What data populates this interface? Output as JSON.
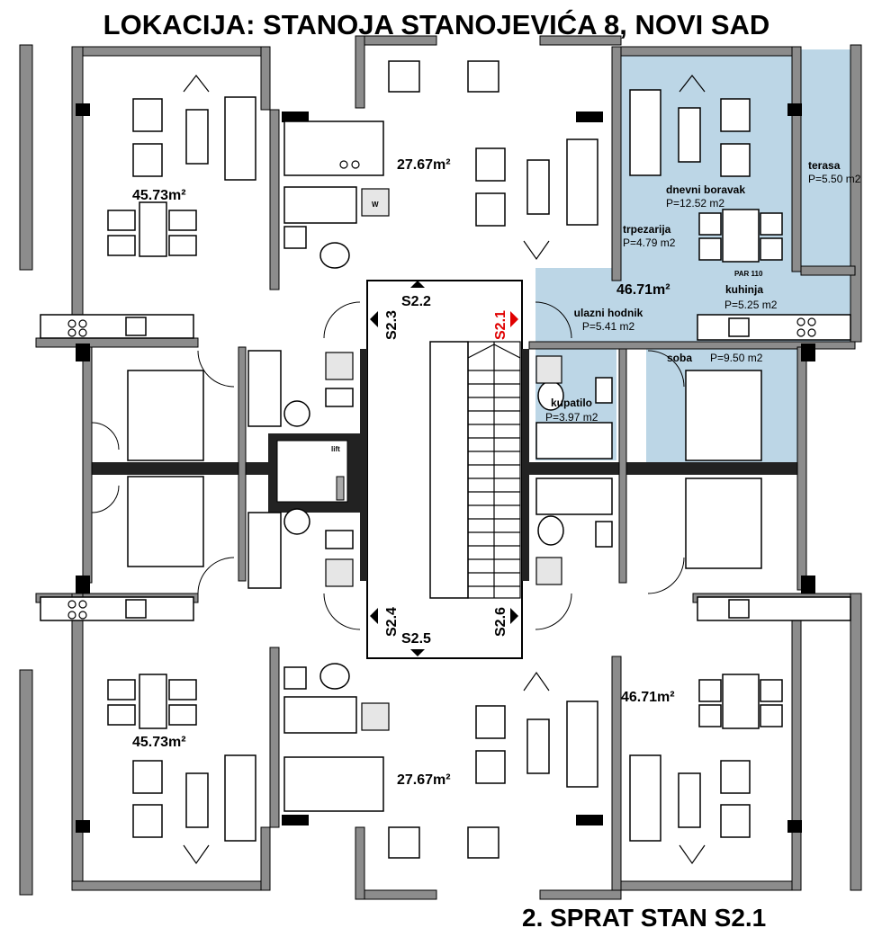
{
  "title": "LOKACIJA: STANOJA STANOJEVIĆA 8, NOVI SAD",
  "footer": "2. SPRAT STAN S2.1",
  "highlight_color": "#bcd6e6",
  "apartments": {
    "top_left_area": "45.73m²",
    "top_mid_area": "27.67m²",
    "top_right_area": "46.71m²",
    "bottom_left_area": "45.73m²",
    "bottom_mid_area": "27.67m²",
    "bottom_right_area": "46.71m²"
  },
  "rooms": {
    "terasa": {
      "name": "terasa",
      "area": "P=5.50 m2"
    },
    "dnevni_boravak": {
      "name": "dnevni boravak",
      "area": "P=12.52 m2"
    },
    "trpezarija": {
      "name": "trpezarija",
      "area": "P=4.79 m2"
    },
    "ulazni_hodnik": {
      "name": "ulazni hodnik",
      "area": "P=5.41 m2"
    },
    "kuhinja": {
      "name": "kuhinja",
      "area": "P=5.25 m2",
      "note": "PAR 110"
    },
    "soba": {
      "name": "soba",
      "area": "P=9.50 m2"
    },
    "kupatilo": {
      "name": "kupatilo",
      "area": "P=3.97 m2"
    }
  },
  "unit_markers": {
    "s21": "S2.1",
    "s22": "S2.2",
    "s23": "S2.3",
    "s24": "S2.4",
    "s25": "S2.5",
    "s26": "S2.6",
    "active_color": "#e00000"
  },
  "labels": {
    "lift": "lift",
    "washer": "W"
  }
}
